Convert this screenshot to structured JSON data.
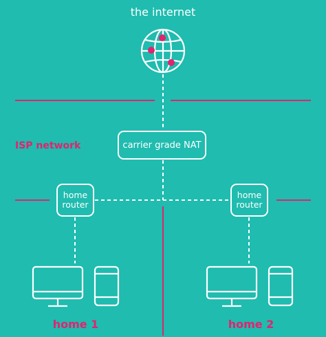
{
  "title": "the internet",
  "isp_label": "ISP network",
  "nat_label": "carrier grade NAT",
  "routers": [
    {
      "label_line1": "home",
      "label_line2": "router"
    },
    {
      "label_line1": "home",
      "label_line2": "router"
    }
  ],
  "homes": [
    {
      "label": "home 1"
    },
    {
      "label": "home 2"
    }
  ],
  "colors": {
    "background": "#1fbcaf",
    "accent": "#e0246f",
    "stroke": "#ffffff"
  },
  "icons": [
    "globe-icon",
    "monitor-icon",
    "phone-icon"
  ]
}
